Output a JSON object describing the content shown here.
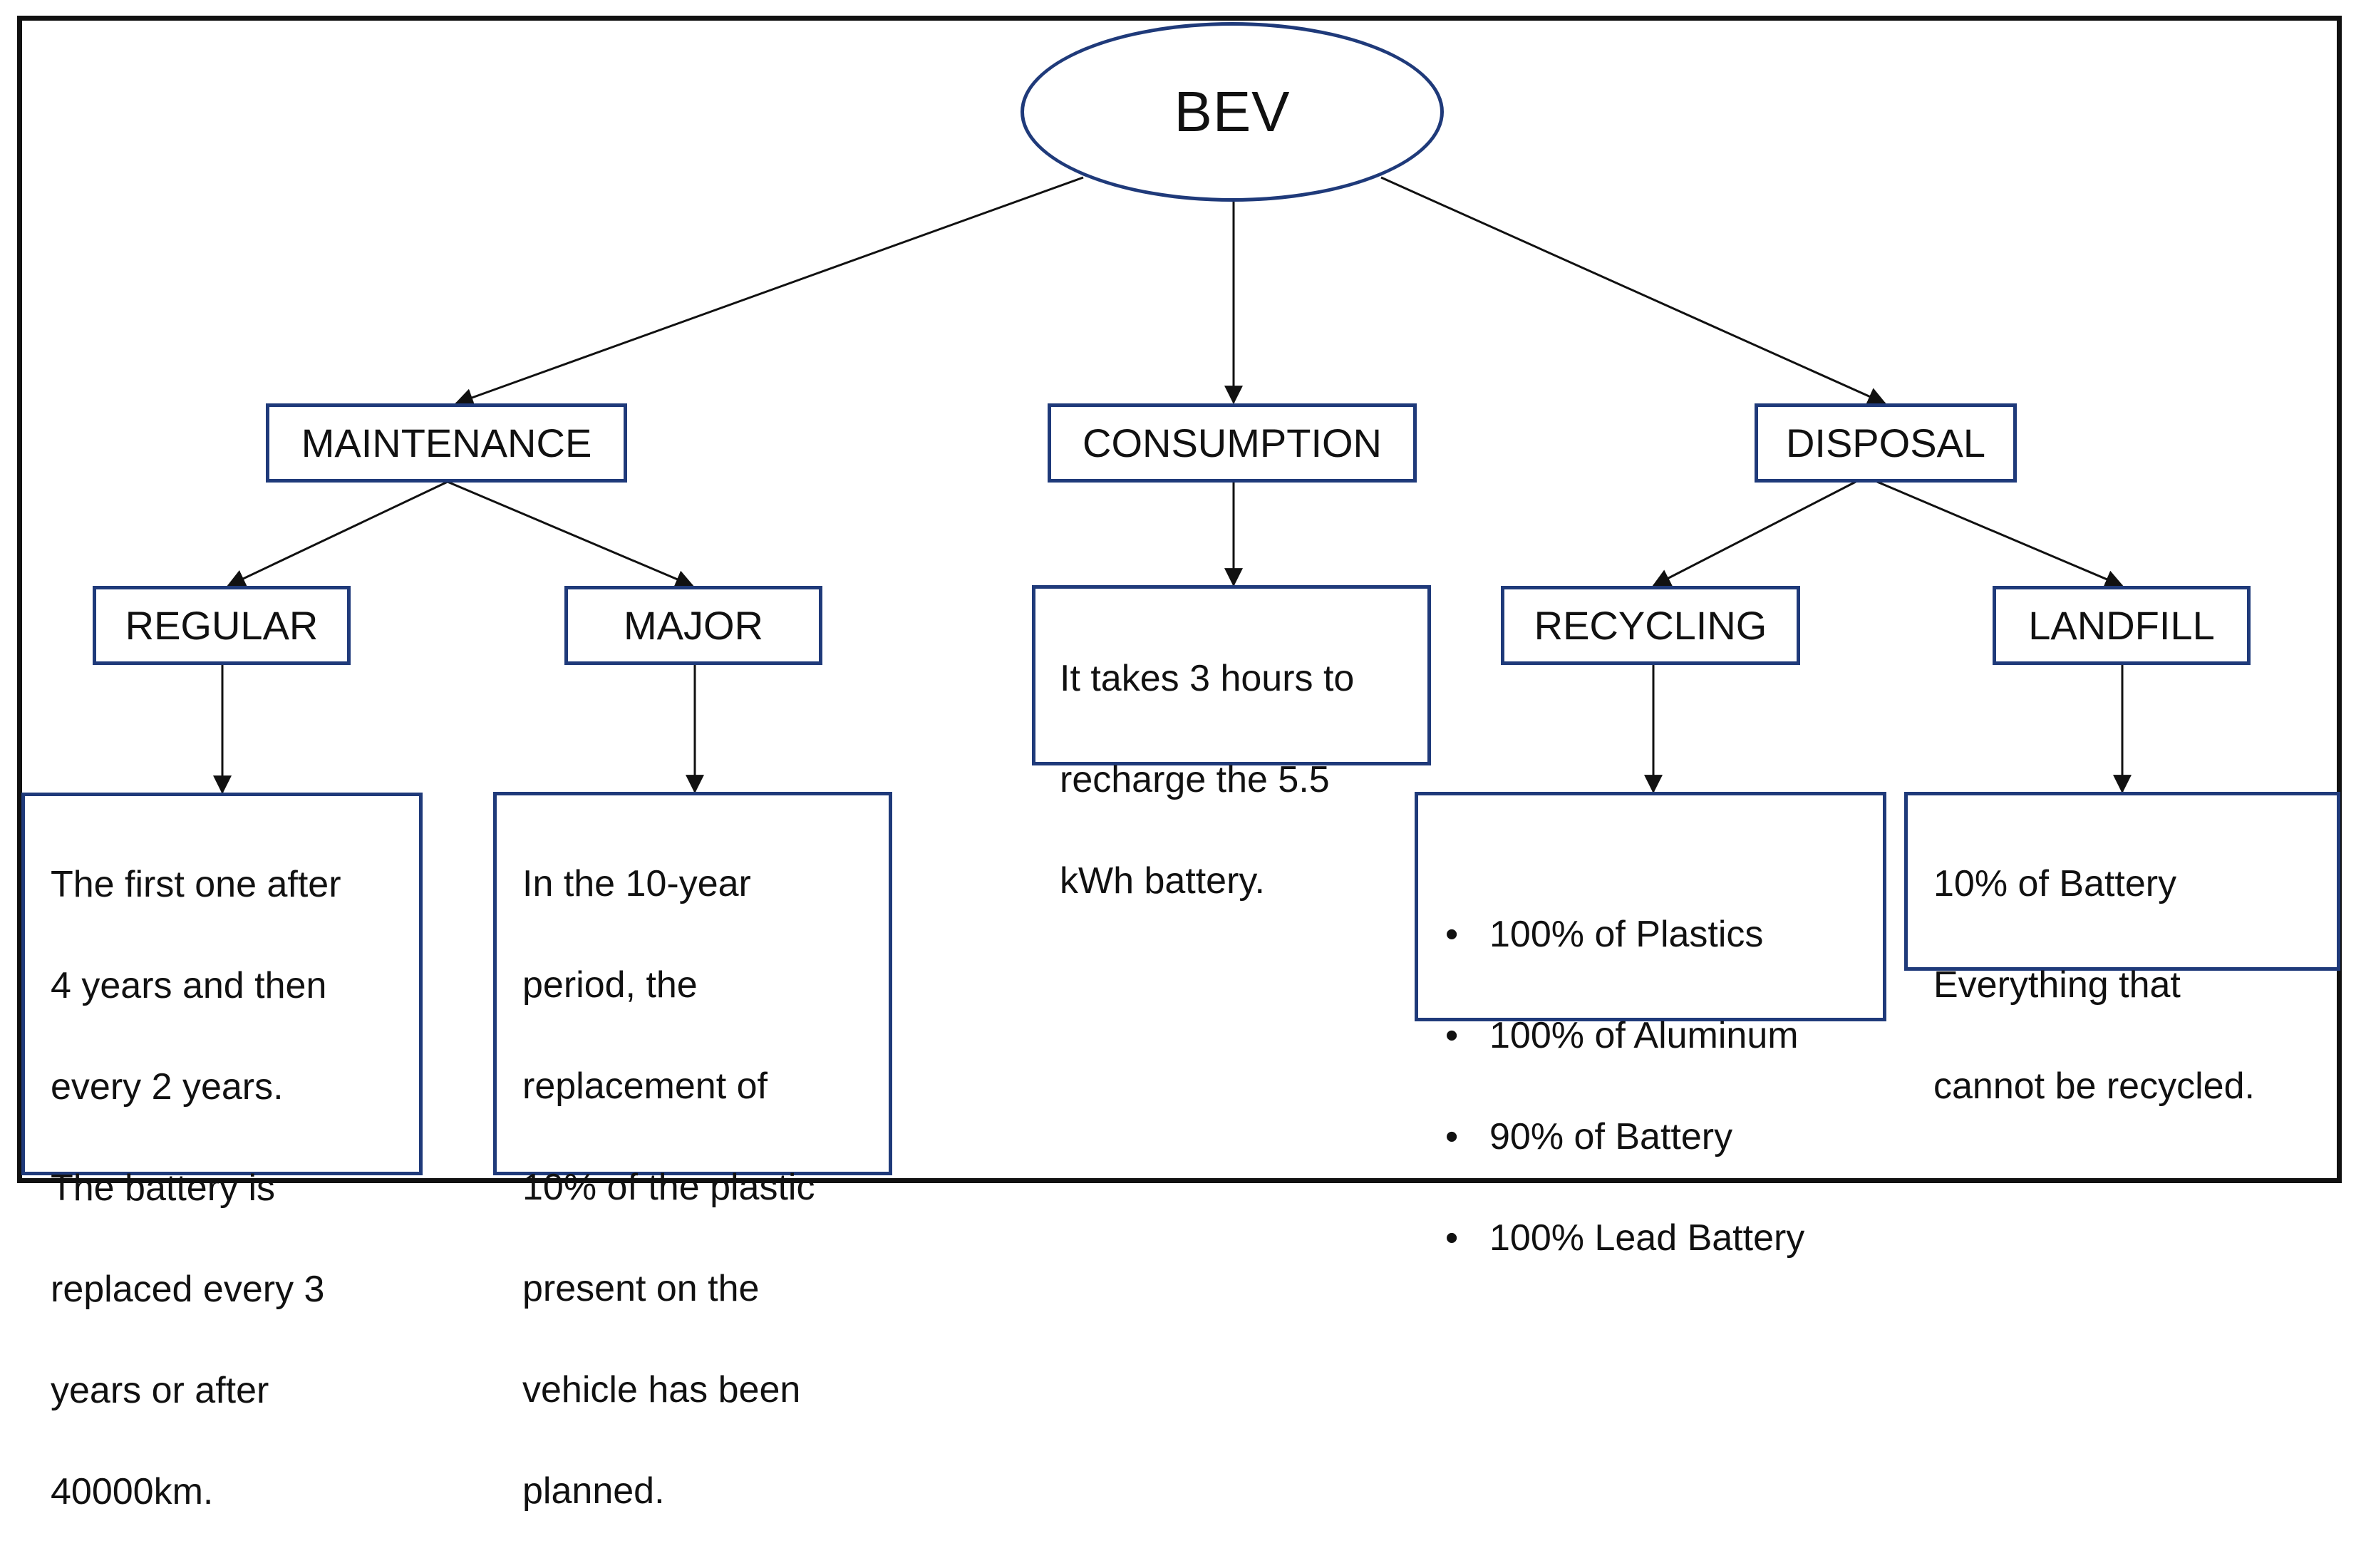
{
  "root": {
    "label": "BEV"
  },
  "categories": {
    "maintenance": {
      "label": "MAINTENANCE"
    },
    "consumption": {
      "label": "CONSUMPTION"
    },
    "disposal": {
      "label": "DISPOSAL"
    }
  },
  "subcategories": {
    "regular": {
      "label": "REGULAR"
    },
    "major": {
      "label": "MAJOR"
    },
    "recycling": {
      "label": "RECYCLING"
    },
    "landfill": {
      "label": "LANDFILL"
    }
  },
  "details": {
    "regular": {
      "lines": [
        "The first one after",
        "4 years and then",
        "every 2 years.",
        "The battery is",
        "replaced every 3",
        "years or after",
        "40000km."
      ]
    },
    "major": {
      "lines": [
        "In the 10-year",
        "period, the",
        "replacement of",
        "10% of the plastic",
        "present on the",
        "vehicle has been",
        "planned."
      ]
    },
    "consumption": {
      "lines": [
        "It takes 3 hours to",
        "recharge the 5.5",
        "kWh battery."
      ]
    },
    "recycling": {
      "items": [
        "100% of Plastics",
        "100% of Aluminum",
        "90% of Battery",
        "100% Lead Battery"
      ]
    },
    "landfill": {
      "lines": [
        "10% of Battery",
        "Everything that",
        "cannot be recycled."
      ]
    }
  },
  "colors": {
    "node_border": "#1f3a7a",
    "connector": "#111111",
    "frame": "#111111"
  }
}
